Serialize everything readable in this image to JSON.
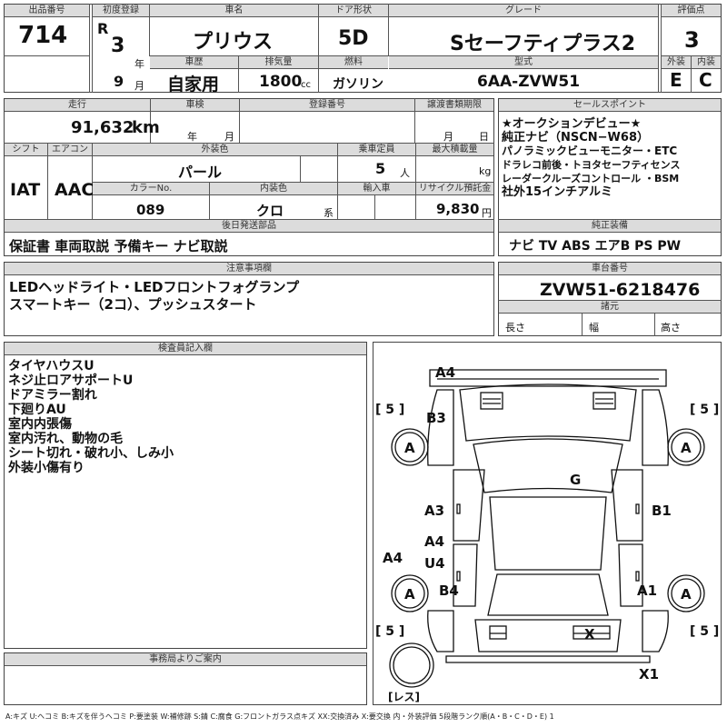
{
  "top": {
    "lot_label": "出品番号",
    "lot": "714",
    "reg_label": "初度登録",
    "era": "R",
    "year": "3",
    "year_unit": "年",
    "month": "9",
    "month_unit": "月",
    "name_label": "車名",
    "name": "プリウス",
    "door_label": "ドア形状",
    "door": "5D",
    "grade_label": "グレード",
    "grade": "Sセーフティプラス2",
    "score_label": "評価点",
    "score": "3",
    "history_label": "車歴",
    "history": "自家用",
    "disp_label": "排気量",
    "disp": "1800",
    "disp_unit": "cc",
    "fuel_label": "燃料",
    "fuel": "ガソリン",
    "model_label": "型式",
    "model": "6AA-ZVW51",
    "ext_label": "外装",
    "ext": "E",
    "int_label": "内装",
    "int": "C"
  },
  "mid": {
    "mileage_label": "走行",
    "mileage": "91,632",
    "mileage_unit": "km",
    "inspection_label": "車検",
    "insp_year": "年",
    "insp_month": "月",
    "regno_label": "登録番号",
    "transfer_label": "譲渡書類期限",
    "tr_month": "月",
    "tr_day": "日",
    "shift_label": "シフト",
    "shift": "IAT",
    "ac_label": "エアコン",
    "ac": "AAC",
    "color_label": "外装色",
    "color": "パール",
    "capacity_label": "乗車定員",
    "capacity": "5",
    "capacity_unit": "人",
    "load_label": "最大積載量",
    "load_unit": "kg",
    "colorno_label": "カラーNo.",
    "colorno": "089",
    "intcolor_label": "内装色",
    "intcolor": "クロ",
    "intcolor_unit": "系",
    "import_label": "輸入車",
    "recycle_label": "リサイクル預託金",
    "recycle": "9,830",
    "recycle_unit": "円",
    "later_label": "後日発送部品",
    "later": "保証書 車両取説 予備キー ナビ取説"
  },
  "sales": {
    "label": "セールスポイント",
    "lines": [
      "★オークションデビュー★",
      "純正ナビ（NSCN−W68）",
      "パノラミックビューモニター・ETC",
      "ドラレコ前後・トヨタセーフティセンス",
      "レーダークルーズコントロール ・BSM",
      "社外15インチアルミ"
    ],
    "equip_label": "純正装備",
    "equip": "ナビ TV ABS エアB PS PW"
  },
  "notes": {
    "label": "注意事項欄",
    "lines": [
      "LEDヘッドライト・LEDフロントフォグランプ",
      "スマートキー（2コ）、プッシュスタート"
    ]
  },
  "chassis": {
    "label": "車台番号",
    "number": "ZVW51-6218476",
    "dims_label": "諸元",
    "length": "長さ",
    "width": "幅",
    "height": "高さ"
  },
  "inspector": {
    "label": "検査員記入欄",
    "lines": [
      "タイヤハウスU",
      "ネジ止ロアサポートU",
      "ドアミラー割れ",
      "下廻りAU",
      "室内内張傷",
      "室内汚れ、動物の毛",
      "シート切れ・破れ小、しみ小",
      "外装小傷有り"
    ]
  },
  "diagram": {
    "marks": [
      "A4",
      "B3",
      "G",
      "A3",
      "B1",
      "A4",
      "U4",
      "A4",
      "B4",
      "A1",
      "X",
      "X1"
    ],
    "tires": [
      "A",
      "A",
      "A",
      "A"
    ],
    "tire_grade": [
      "[ 5 ]",
      "[ 5 ]",
      "[ 5 ]",
      "[ 5 ]"
    ],
    "spare": "[レス]"
  },
  "office": {
    "label": "事務局よりご案内"
  },
  "legend": "A:キズ U:ヘコミ B:キズを伴うヘコミ P:要塗装 W:補修跡 S:錆 C:腐食 G:フロントガラス点キズ XX:交換済み X:要交換 内・外装評価 5段階ランク順(A・B・C・D・E) 1"
}
